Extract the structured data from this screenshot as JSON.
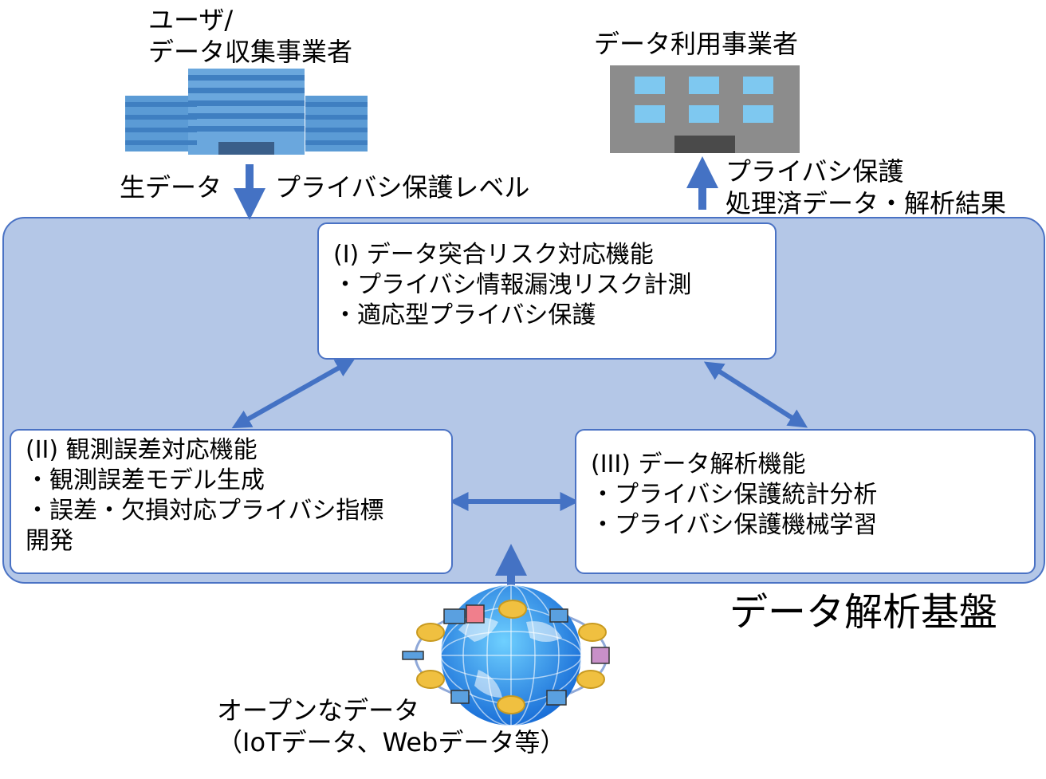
{
  "user": {
    "line1": "ユーザ/",
    "line2": "データ収集事業者"
  },
  "consumer": {
    "title": "データ利用事業者"
  },
  "input": {
    "left_label": "生データ",
    "right_label": "プライバシ保護レベル"
  },
  "output": {
    "line1": "プライバシ保護",
    "line2": "処理済データ・解析結果"
  },
  "box1": {
    "title": "(I) データ突合リスク対応機能",
    "items": [
      "・プライバシ情報漏洩リスク計測",
      "・適応型プライバシ保護"
    ]
  },
  "box2": {
    "title": "(II) 観測誤差対応機能",
    "items": [
      "・観測誤差モデル生成",
      "・誤差・欠損対応プライバシ指標",
      "開発"
    ]
  },
  "box3": {
    "title": "(III) データ解析機能",
    "items": [
      "・プライバシ保護統計分析",
      "・プライバシ保護機械学習"
    ]
  },
  "platform": {
    "title": "データ解析基盤"
  },
  "open_data": {
    "line1": "オープンなデータ",
    "line2": "（IoTデータ、Webデータ等）"
  },
  "colors": {
    "arrow": "#4472c4",
    "platform_fill": "#b4c7e7",
    "platform_border": "#4a72c4",
    "building_blue": "#5b9bd5",
    "building_gray": "#8c8c8c"
  }
}
